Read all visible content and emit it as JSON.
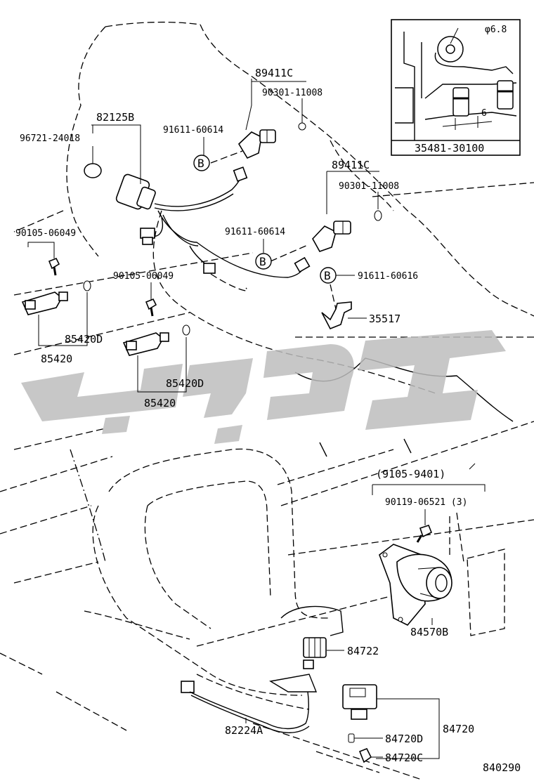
{
  "diagram": {
    "footer_code": "840290",
    "inset": {
      "dimension_diameter": "φ6.8",
      "dimension_width": "6",
      "part_number": "35481-30100"
    },
    "labels": {
      "p89411c_top": "89411C",
      "p90301_top": "90301-11008",
      "p82125b": "82125B",
      "p96721": "96721-24018",
      "p91611_a": "91611-60614",
      "p89411c_mid": "89411C",
      "p90301_mid": "90301-11008",
      "p90105_a": "90105-06049",
      "p91611_b": "91611-60614",
      "p90105_b": "90105-06049",
      "p91611_c": "91611-60616",
      "p35517": "35517",
      "p85420d_a": "85420D",
      "p85420_a": "85420",
      "p85420d_b": "85420D",
      "p85420_b": "85420",
      "date_range": "(9105-9401)",
      "p90119": "90119-06521 (3)",
      "p84570b": "84570B",
      "p84722": "84722",
      "p82224a": "82224A",
      "p84720": "84720",
      "p84720d": "84720D",
      "p84720c": "84720C"
    },
    "callout_letter": "B"
  }
}
